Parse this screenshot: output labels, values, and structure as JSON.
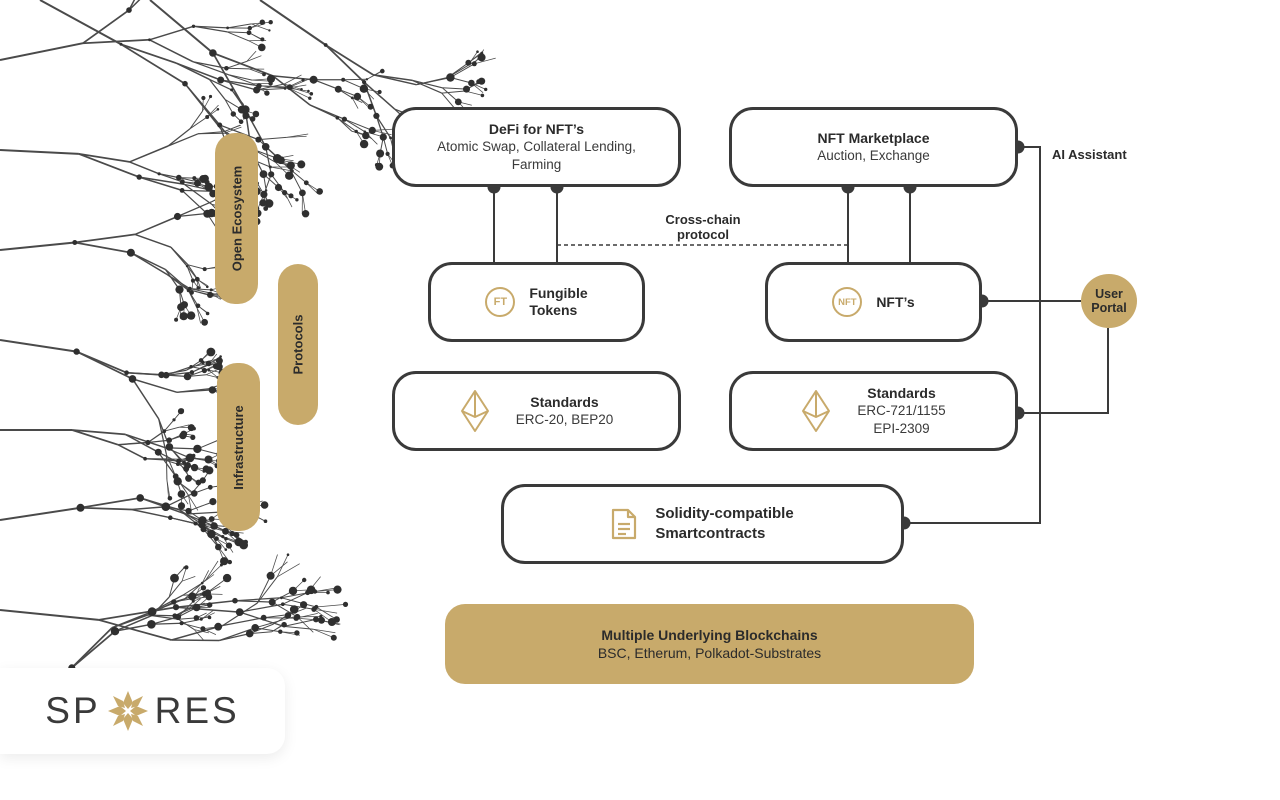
{
  "pillars": {
    "open_ecosystem": "Open Ecosystem",
    "protocols": "Protocols",
    "infrastructure": "Infrastructure"
  },
  "defi": {
    "title": "DeFi for NFT’s",
    "line1": "Atomic Swap, Collateral Lending,",
    "line2": "Farming"
  },
  "marketplace": {
    "title": "NFT Marketplace",
    "subtitle": "Auction, Exchange"
  },
  "ai_assistant": "AI Assistant",
  "cross_chain": {
    "line1": "Cross-chain",
    "line2": "protocol"
  },
  "fungible": {
    "icon_text": "FT",
    "line1": "Fungible",
    "line2": "Tokens"
  },
  "nfts": {
    "icon_text": "NFT",
    "title": "NFT’s"
  },
  "user_portal": {
    "line1": "User",
    "line2": "Portal"
  },
  "standards_ft": {
    "title": "Standards",
    "subtitle": "ERC-20, BEP20"
  },
  "standards_nft": {
    "title": "Standards",
    "line1": "ERC-721/1155",
    "line2": "EPI-2309"
  },
  "solidity": {
    "line1": "Solidity-compatible",
    "line2": "Smartcontracts"
  },
  "blockchains": {
    "title": "Multiple Underlying Blockchains",
    "subtitle": "BSC, Etherum, Polkadot-Substrates"
  },
  "logo": {
    "left": "SP",
    "right": "RES"
  },
  "colors": {
    "gold": "#c8aa6b",
    "dark": "#3a3a3a",
    "background": "#ffffff"
  }
}
